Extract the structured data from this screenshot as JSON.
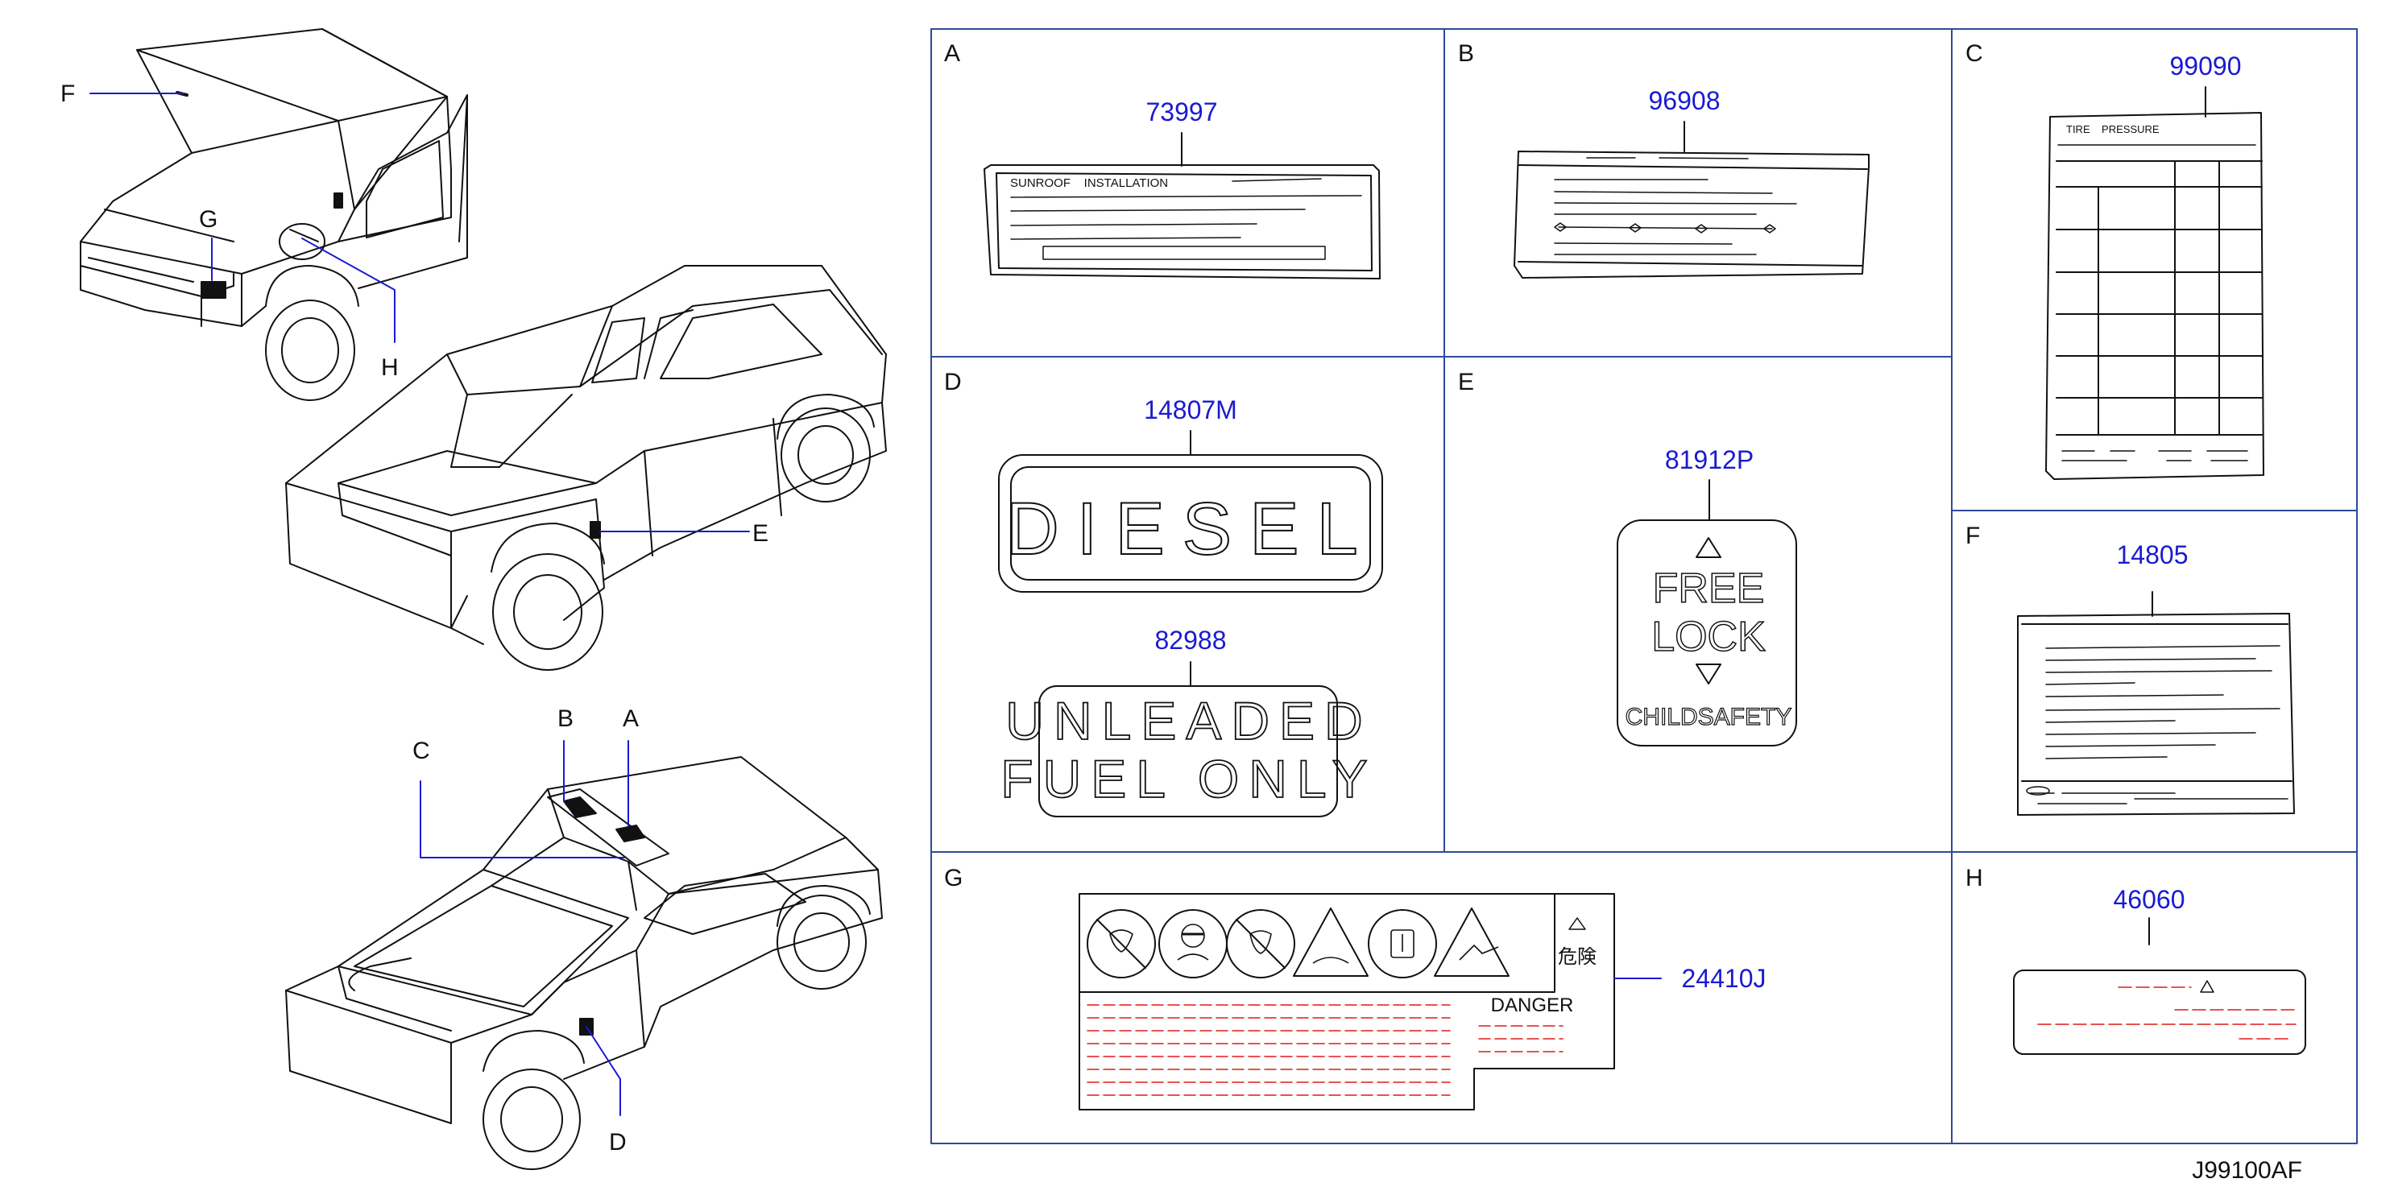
{
  "colors": {
    "part_number": "#1a1ad2",
    "leader_blue": "#1a1ad2",
    "panel_border": "#2f4a9a",
    "line": "#111111",
    "danger_red": "#e01818"
  },
  "callouts": {
    "A": "A",
    "B": "B",
    "C": "C",
    "D": "D",
    "E": "E",
    "F": "F",
    "G": "G",
    "H": "H"
  },
  "panels": {
    "A": {
      "label": "A",
      "part_number": "73997",
      "label_text": "SUNROOF    INSTALLATION"
    },
    "B": {
      "label": "B",
      "part_number": "96908"
    },
    "C": {
      "label": "C",
      "part_number": "99090",
      "label_text": "TIRE    PRESSURE"
    },
    "D": {
      "label": "D",
      "part_number_1": "14807M",
      "label_text_1": "DIESEL",
      "part_number_2": "82988",
      "label_text_2a": "UNLEADED",
      "label_text_2b": "FUEL ONLY"
    },
    "E": {
      "label": "E",
      "part_number": "81912P",
      "line1": "FREE",
      "line2": "LOCK",
      "line3": "CHILDSAFETY"
    },
    "F": {
      "label": "F",
      "part_number": "14805"
    },
    "G": {
      "label": "G",
      "part_number": "24410J",
      "kanji": "危険",
      "danger": "DANGER"
    },
    "H": {
      "label": "H",
      "part_number": "46060"
    }
  },
  "diagram_code": "J99100AF"
}
